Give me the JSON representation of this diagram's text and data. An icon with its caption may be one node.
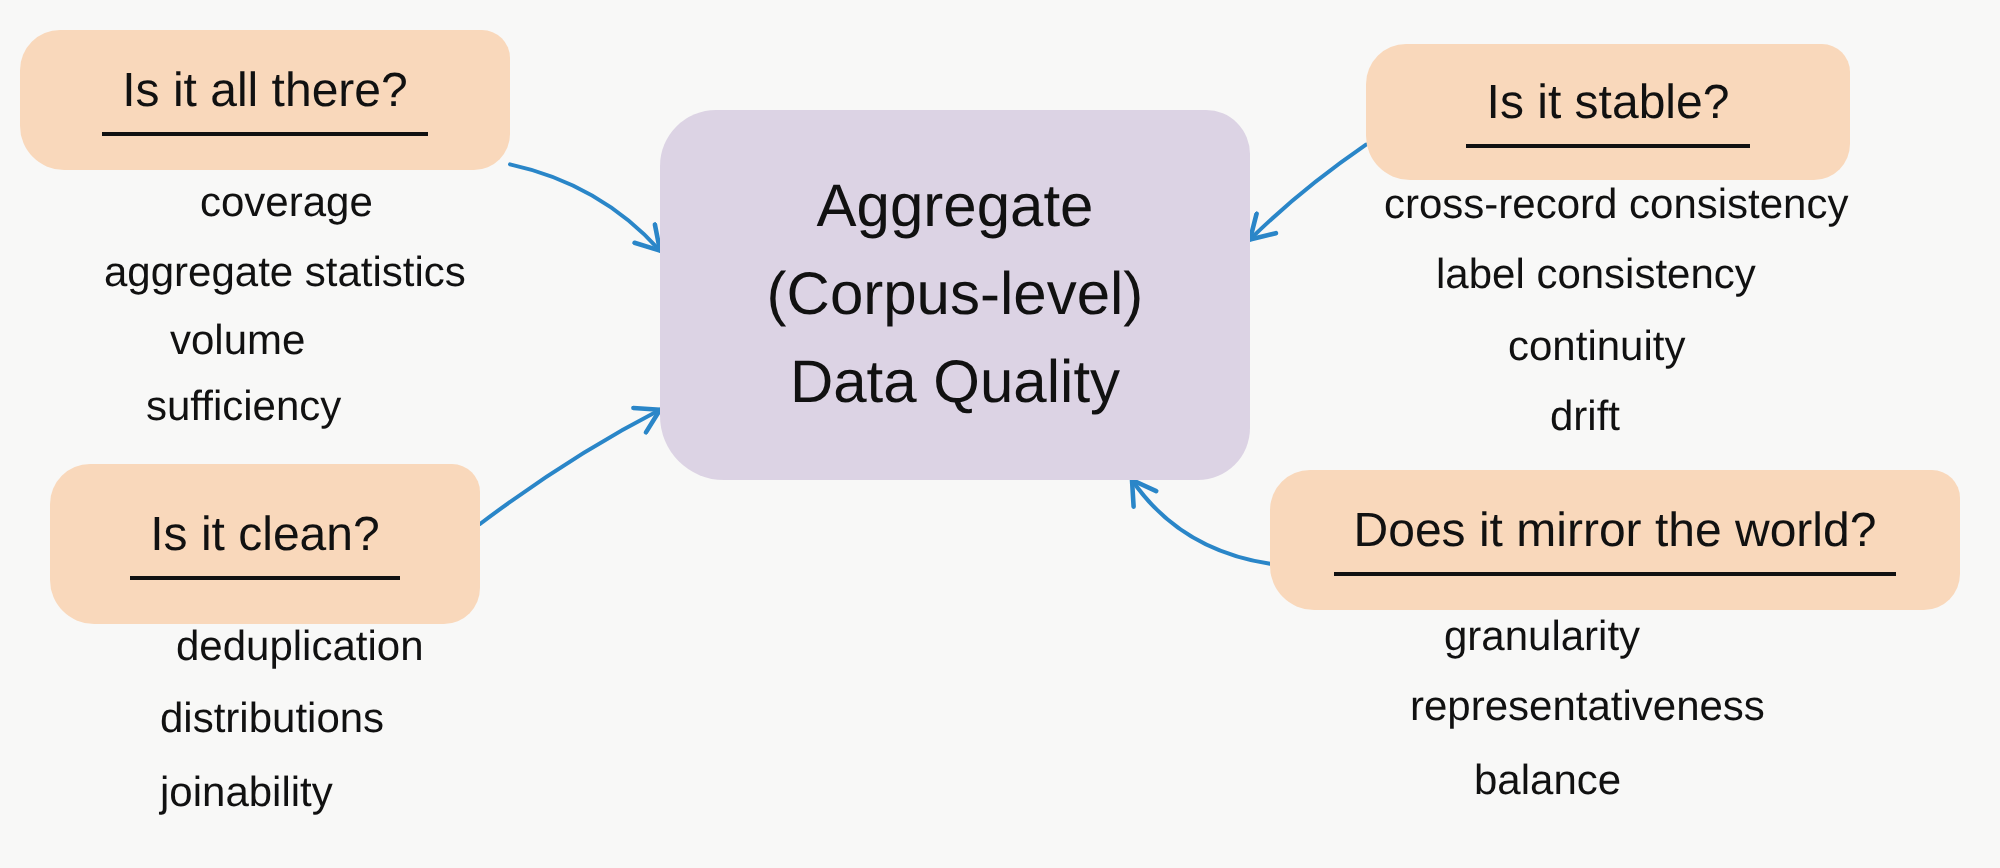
{
  "diagram": {
    "nodes": [
      {
        "text": [
          "Is it all there?"
        ],
        "beside": [
          "coverage",
          "aggregate statistics",
          "volume",
          "sufficiency"
        ]
      },
      {
        "text": [
          "Aggregate (Corpus-level) Data Quality"
        ]
      },
      {
        "text": [
          "Is it stable?"
        ],
        "beside": [
          "cross-record consistency",
          "label consistency",
          "continuity",
          "drift"
        ]
      },
      {
        "text": [
          "Is it clean?"
        ],
        "beside": [
          "deduplication",
          "distributions",
          "joinability"
        ]
      },
      {
        "text": [
          "Does it mirror the world?"
        ],
        "beside": [
          "granularity",
          "representativeness",
          "balance"
        ]
      }
    ],
    "edges": [
      {
        "from": 0,
        "to": 1,
        "arrow": "to"
      },
      {
        "from": 2,
        "to": 1,
        "arrow": "to"
      },
      {
        "from": 3,
        "to": 1,
        "arrow": "to"
      },
      {
        "from": 4,
        "to": 1,
        "arrow": "to"
      }
    ]
  }
}
